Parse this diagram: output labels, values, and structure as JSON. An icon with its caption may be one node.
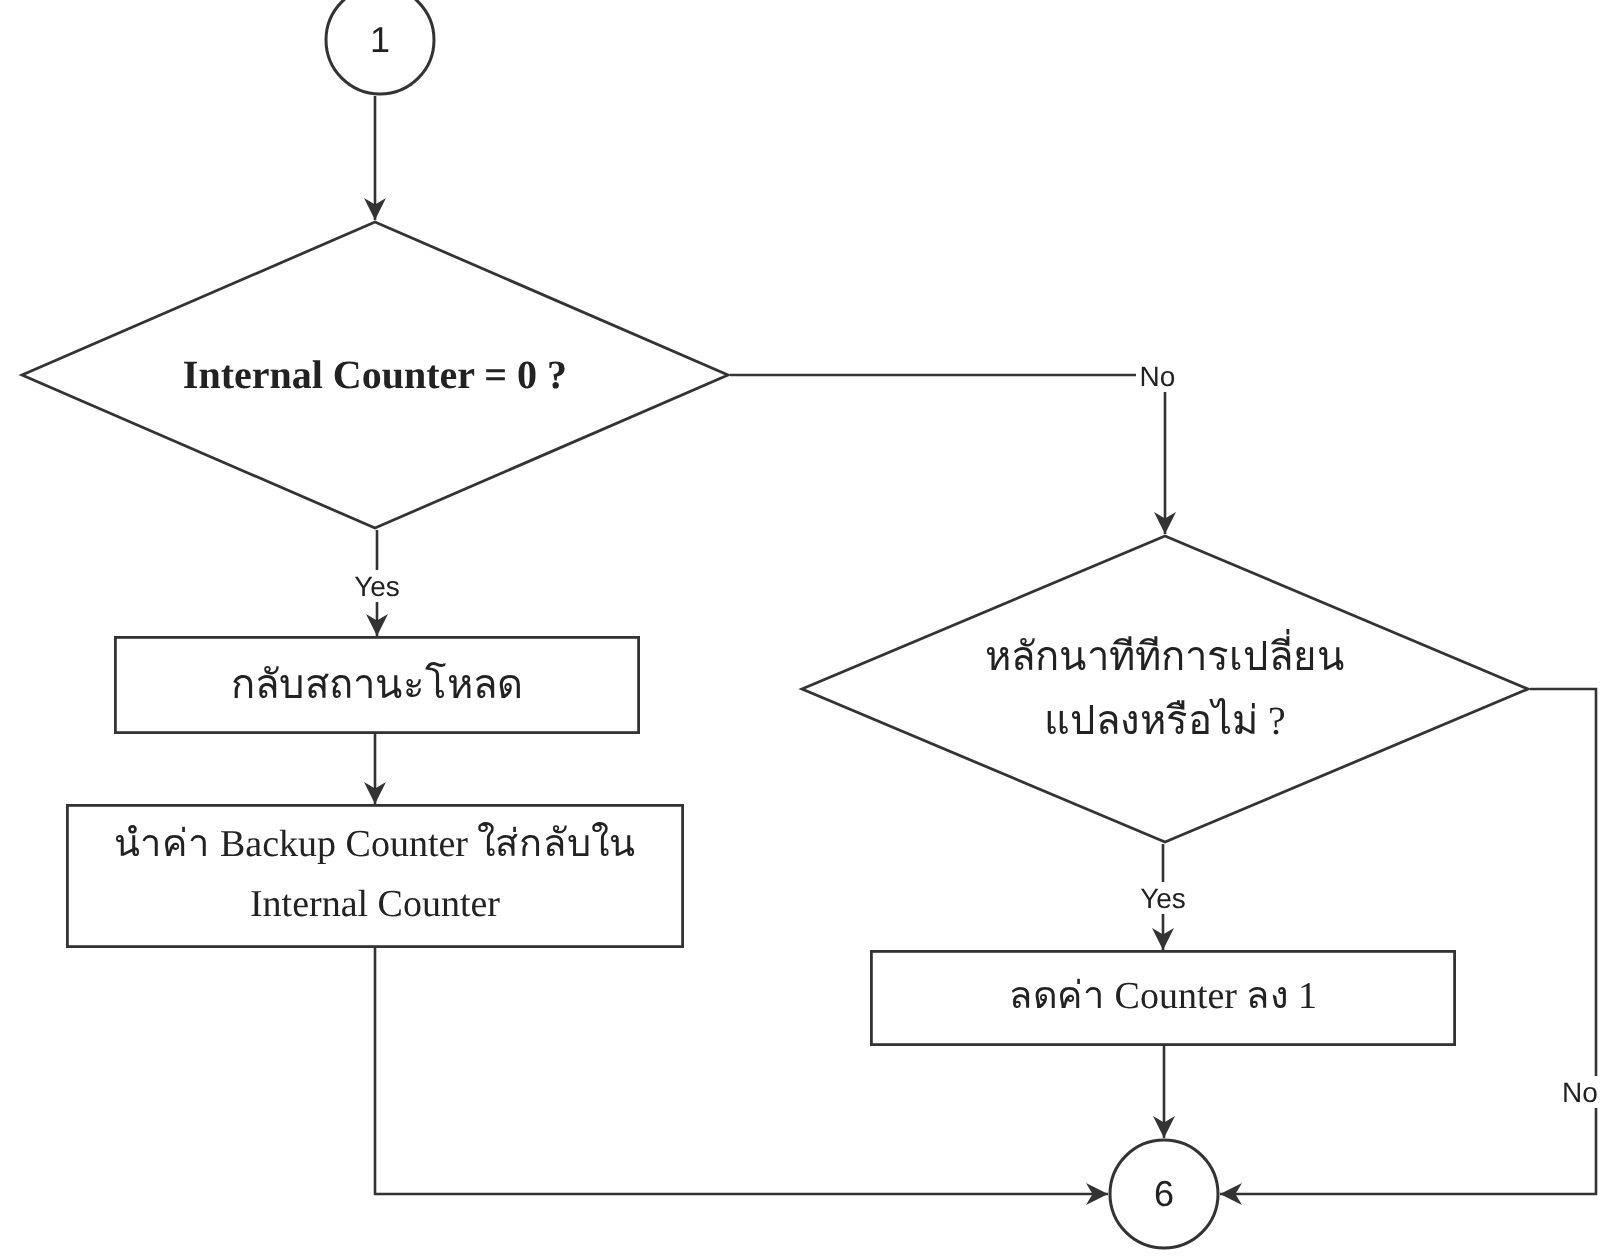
{
  "diagram": {
    "nodes": [
      {
        "text": [
          "1"
        ]
      },
      {
        "text": [
          "Internal Counter = 0 ?"
        ]
      },
      {
        "text": [
          "หลักนาทีทีการเปลี่ยน แปลงหรือไม่ ?"
        ]
      },
      {
        "text": [
          "กลับสถานะโหลด"
        ]
      },
      {
        "text": [
          "นำค่า Backup Counter ใส่กลับใน Internal Counter"
        ]
      },
      {
        "text": [
          "ลดค่า Counter ลง 1"
        ]
      },
      {
        "text": [
          "6"
        ]
      }
    ],
    "edges": [
      {
        "from": 0,
        "to": 1,
        "arrow": "to"
      },
      {
        "from": 1,
        "to": 2,
        "arrow": "to",
        "label": "No"
      },
      {
        "from": 1,
        "to": 3,
        "arrow": "to",
        "label": "Yes"
      },
      {
        "from": 3,
        "to": 4,
        "arrow": "to"
      },
      {
        "from": 4,
        "to": 6,
        "arrow": "to"
      },
      {
        "from": 2,
        "to": 5,
        "arrow": "to",
        "label": "Yes"
      },
      {
        "from": 5,
        "to": 6,
        "arrow": "to"
      },
      {
        "from": 2,
        "to": 6,
        "arrow": "to",
        "label": "No"
      }
    ]
  }
}
